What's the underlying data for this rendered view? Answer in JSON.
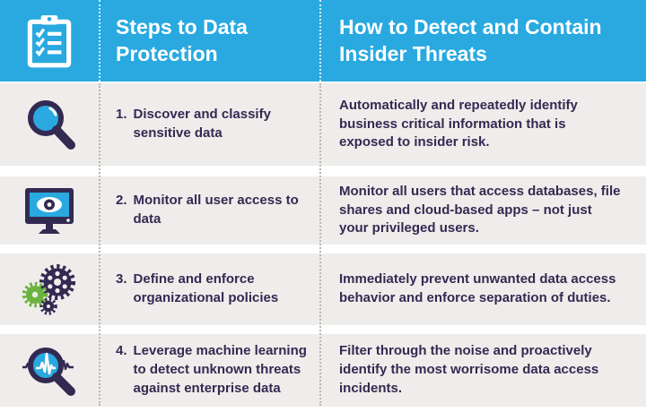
{
  "colors": {
    "header_bg": "#29A9E0",
    "row_bg": "#EFEDEB",
    "text_dark": "#332A52",
    "icon_cyan": "#29A9E0",
    "icon_green": "#6CB33F",
    "white": "#FFFFFF"
  },
  "header": {
    "icon": "clipboard-checklist-icon",
    "col1_title": "Steps to Data Protection",
    "col2_title": "How to Detect and Contain Insider Threats"
  },
  "rows": [
    {
      "icon": "magnifier-icon",
      "number": "1.",
      "step": "Discover and classify sensitive data",
      "description": "Automatically and repeatedly identify business critical information that is exposed to insider risk."
    },
    {
      "icon": "monitor-eye-icon",
      "number": "2.",
      "step": "Monitor all user access to data",
      "description": "Monitor all users that access databases, file shares and cloud-based apps – not just your privileged users."
    },
    {
      "icon": "gears-icon",
      "number": "3.",
      "step": "Define and enforce organizational policies",
      "description": "Immediately prevent unwanted data access behavior and enforce separation of duties."
    },
    {
      "icon": "pulse-magnifier-icon",
      "number": "4.",
      "step": "Leverage machine learning to detect unknown threats against enterprise data",
      "description": "Filter through the noise and proactively identify the most worrisome data access incidents."
    }
  ]
}
